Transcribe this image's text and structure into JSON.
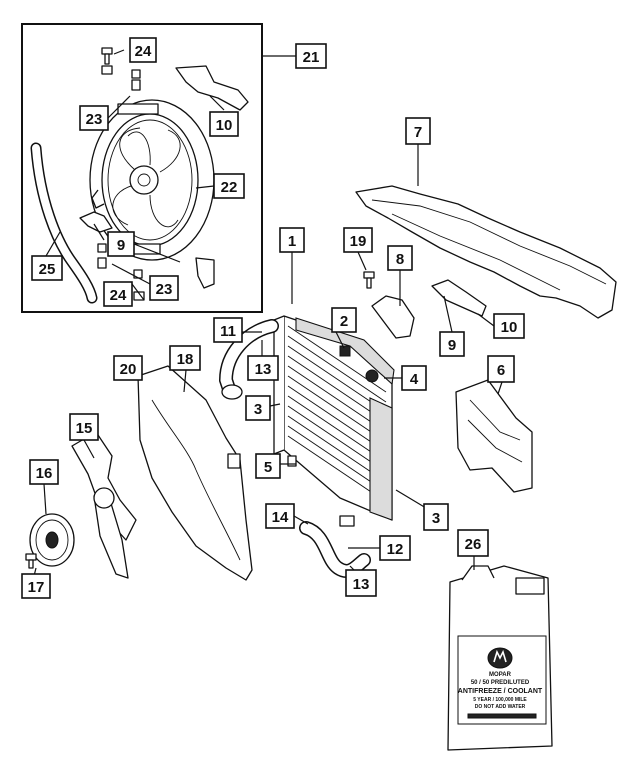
{
  "callouts": [
    {
      "id": "c24a",
      "text": "24"
    },
    {
      "id": "c21",
      "text": "21"
    },
    {
      "id": "c23a",
      "text": "23"
    },
    {
      "id": "c10a",
      "text": "10"
    },
    {
      "id": "c7",
      "text": "7"
    },
    {
      "id": "c22",
      "text": "22"
    },
    {
      "id": "c1",
      "text": "1"
    },
    {
      "id": "c19",
      "text": "19"
    },
    {
      "id": "c9a",
      "text": "9"
    },
    {
      "id": "c25",
      "text": "25"
    },
    {
      "id": "c8",
      "text": "8"
    },
    {
      "id": "c24b",
      "text": "24"
    },
    {
      "id": "c23b",
      "text": "23"
    },
    {
      "id": "c2",
      "text": "2"
    },
    {
      "id": "c10b",
      "text": "10"
    },
    {
      "id": "c11",
      "text": "11"
    },
    {
      "id": "c9b",
      "text": "9"
    },
    {
      "id": "c13a",
      "text": "13"
    },
    {
      "id": "c20",
      "text": "20"
    },
    {
      "id": "c18",
      "text": "18"
    },
    {
      "id": "c4",
      "text": "4"
    },
    {
      "id": "c6",
      "text": "6"
    },
    {
      "id": "c3a",
      "text": "3"
    },
    {
      "id": "c15",
      "text": "15"
    },
    {
      "id": "c5",
      "text": "5"
    },
    {
      "id": "c16",
      "text": "16"
    },
    {
      "id": "c3b",
      "text": "3"
    },
    {
      "id": "c14",
      "text": "14"
    },
    {
      "id": "c26",
      "text": "26"
    },
    {
      "id": "c12",
      "text": "12"
    },
    {
      "id": "c17",
      "text": "17"
    },
    {
      "id": "c13b",
      "text": "13"
    }
  ],
  "jug_label": {
    "brand": "MOPAR",
    "line1": "50 / 50 PREDILUTED",
    "line2": "ANTIFREEZE / COOLANT",
    "line3": "5 YEAR / 100,000 MILE",
    "line4": "DO NOT ADD WATER"
  }
}
